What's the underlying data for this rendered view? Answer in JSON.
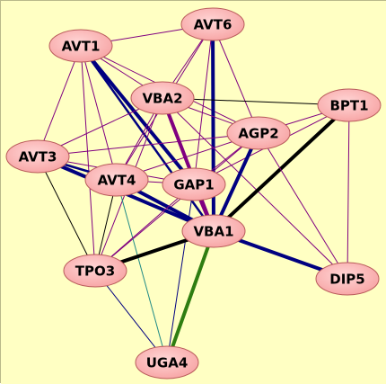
{
  "colors": {
    "background": "#ffffc3",
    "node_fill": "#f7a3a3",
    "node_fill_light": "#ffd6d6",
    "node_stroke": "#b85a5a",
    "edge_purple": "#800080",
    "edge_navy": "#000080",
    "edge_black": "#000000",
    "edge_green": "#2e7d11",
    "edge_teal": "#1f8a86"
  },
  "nodes": [
    {
      "id": "AVT6",
      "label": "AVT6"
    },
    {
      "id": "AVT1",
      "label": "AVT1"
    },
    {
      "id": "VBA2",
      "label": "VBA2"
    },
    {
      "id": "BPT1",
      "label": "BPT1"
    },
    {
      "id": "AGP2",
      "label": "AGP2"
    },
    {
      "id": "AVT3",
      "label": "AVT3"
    },
    {
      "id": "AVT4",
      "label": "AVT4"
    },
    {
      "id": "GAP1",
      "label": "GAP1"
    },
    {
      "id": "VBA1",
      "label": "VBA1"
    },
    {
      "id": "TPO3",
      "label": "TPO3"
    },
    {
      "id": "DIP5",
      "label": "DIP5"
    },
    {
      "id": "UGA4",
      "label": "UGA4"
    }
  ],
  "edges": [
    {
      "from": "AVT1",
      "to": "AVT6",
      "color": "edge_purple",
      "weight": "thin"
    },
    {
      "from": "AVT1",
      "to": "VBA2",
      "color": "edge_purple",
      "weight": "thin"
    },
    {
      "from": "AVT1",
      "to": "AGP2",
      "color": "edge_purple",
      "weight": "thin"
    },
    {
      "from": "AVT1",
      "to": "AVT3",
      "color": "edge_purple",
      "weight": "thin"
    },
    {
      "from": "AVT1",
      "to": "AVT4",
      "color": "edge_purple",
      "weight": "thin"
    },
    {
      "from": "AVT1",
      "to": "GAP1",
      "color": "edge_navy",
      "weight": "thick"
    },
    {
      "from": "AVT1",
      "to": "VBA1",
      "color": "edge_navy",
      "weight": "medium"
    },
    {
      "from": "AVT1",
      "to": "TPO3",
      "color": "edge_purple",
      "weight": "thin"
    },
    {
      "from": "AVT6",
      "to": "VBA2",
      "color": "edge_purple",
      "weight": "thin"
    },
    {
      "from": "AVT6",
      "to": "AGP2",
      "color": "edge_purple",
      "weight": "thin"
    },
    {
      "from": "AVT6",
      "to": "GAP1",
      "color": "edge_purple",
      "weight": "thin"
    },
    {
      "from": "AVT6",
      "to": "VBA1",
      "color": "edge_navy",
      "weight": "thick"
    },
    {
      "from": "AVT6",
      "to": "AVT4",
      "color": "edge_purple",
      "weight": "thin"
    },
    {
      "from": "VBA2",
      "to": "BPT1",
      "color": "edge_black",
      "weight": "thin"
    },
    {
      "from": "VBA2",
      "to": "AGP2",
      "color": "edge_purple",
      "weight": "thin"
    },
    {
      "from": "VBA2",
      "to": "AVT3",
      "color": "edge_purple",
      "weight": "thin"
    },
    {
      "from": "VBA2",
      "to": "AVT4",
      "color": "edge_purple",
      "weight": "thin"
    },
    {
      "from": "VBA2",
      "to": "GAP1",
      "color": "edge_purple",
      "weight": "thin"
    },
    {
      "from": "VBA2",
      "to": "VBA1",
      "color": "edge_purple",
      "weight": "thick"
    },
    {
      "from": "VBA2",
      "to": "TPO3",
      "color": "edge_purple",
      "weight": "thin"
    },
    {
      "from": "VBA2",
      "to": "DIP5",
      "color": "edge_purple",
      "weight": "thin"
    },
    {
      "from": "BPT1",
      "to": "AGP2",
      "color": "edge_purple",
      "weight": "thin"
    },
    {
      "from": "BPT1",
      "to": "GAP1",
      "color": "edge_purple",
      "weight": "thin"
    },
    {
      "from": "BPT1",
      "to": "VBA1",
      "color": "edge_black",
      "weight": "thick"
    },
    {
      "from": "BPT1",
      "to": "DIP5",
      "color": "edge_purple",
      "weight": "thin"
    },
    {
      "from": "AGP2",
      "to": "AVT3",
      "color": "edge_purple",
      "weight": "thin"
    },
    {
      "from": "AGP2",
      "to": "AVT4",
      "color": "edge_purple",
      "weight": "thin"
    },
    {
      "from": "AGP2",
      "to": "GAP1",
      "color": "edge_purple",
      "weight": "thin"
    },
    {
      "from": "AGP2",
      "to": "VBA1",
      "color": "edge_navy",
      "weight": "thick"
    },
    {
      "from": "AGP2",
      "to": "DIP5",
      "color": "edge_purple",
      "weight": "thin"
    },
    {
      "from": "AGP2",
      "to": "TPO3",
      "color": "edge_purple",
      "weight": "thin"
    },
    {
      "from": "AVT3",
      "to": "AVT4",
      "color": "edge_navy",
      "weight": "medium"
    },
    {
      "from": "AVT3",
      "to": "GAP1",
      "color": "edge_purple",
      "weight": "thin"
    },
    {
      "from": "AVT3",
      "to": "VBA1",
      "color": "edge_navy",
      "weight": "thick"
    },
    {
      "from": "AVT3",
      "to": "TPO3",
      "color": "edge_black",
      "weight": "thin"
    },
    {
      "from": "AVT4",
      "to": "GAP1",
      "color": "edge_purple",
      "weight": "thin"
    },
    {
      "from": "AVT4",
      "to": "VBA1",
      "color": "edge_navy",
      "weight": "thick"
    },
    {
      "from": "AVT4",
      "to": "TPO3",
      "color": "edge_black",
      "weight": "thin"
    },
    {
      "from": "AVT4",
      "to": "UGA4",
      "color": "edge_teal",
      "weight": "thin"
    },
    {
      "from": "GAP1",
      "to": "VBA1",
      "color": "edge_purple",
      "weight": "thick"
    },
    {
      "from": "GAP1",
      "to": "TPO3",
      "color": "edge_purple",
      "weight": "thin"
    },
    {
      "from": "GAP1",
      "to": "UGA4",
      "color": "edge_navy",
      "weight": "thin"
    },
    {
      "from": "VBA1",
      "to": "TPO3",
      "color": "edge_black",
      "weight": "thick"
    },
    {
      "from": "VBA1",
      "to": "DIP5",
      "color": "edge_navy",
      "weight": "thick"
    },
    {
      "from": "VBA1",
      "to": "UGA4",
      "color": "edge_green",
      "weight": "thick"
    },
    {
      "from": "TPO3",
      "to": "UGA4",
      "color": "edge_navy",
      "weight": "thin"
    }
  ]
}
